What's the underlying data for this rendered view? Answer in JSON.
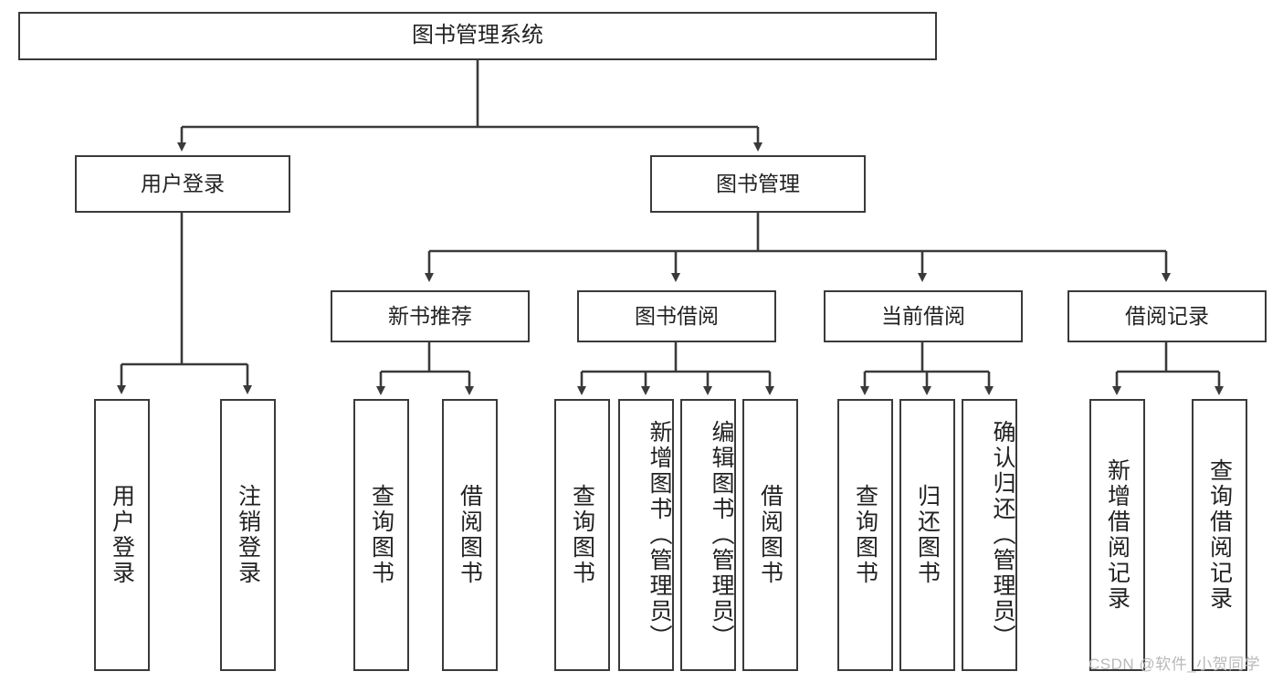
{
  "diagram": {
    "type": "tree",
    "title": "图书管理系统",
    "watermark": "CSDN @软件_小贺同学",
    "colors": {
      "box_border": "#3a3a3a",
      "box_fill": "#ffffff",
      "edge": "#3a3a3a",
      "text": "#222222",
      "watermark": "#b9b9b9"
    },
    "root": {
      "label": "图书管理系统"
    },
    "level1": [
      {
        "label": "用户登录"
      },
      {
        "label": "图书管理"
      }
    ],
    "level2": [
      {
        "label": "新书推荐"
      },
      {
        "label": "图书借阅"
      },
      {
        "label": "当前借阅"
      },
      {
        "label": "借阅记录"
      }
    ],
    "leaves": [
      {
        "label": "用户登录",
        "parent": "用户登录"
      },
      {
        "label": "注销登录",
        "parent": "用户登录"
      },
      {
        "label": "查询图书",
        "parent": "新书推荐"
      },
      {
        "label": "借阅图书",
        "parent": "新书推荐"
      },
      {
        "label": "查询图书",
        "parent": "图书借阅"
      },
      {
        "label": "新增图书（管理员）",
        "parent": "图书借阅"
      },
      {
        "label": "编辑图书（管理员）",
        "parent": "图书借阅"
      },
      {
        "label": "借阅图书",
        "parent": "图书借阅"
      },
      {
        "label": "查询图书",
        "parent": "当前借阅"
      },
      {
        "label": "归还图书",
        "parent": "当前借阅"
      },
      {
        "label": "确认归还（管理员）",
        "parent": "当前借阅"
      },
      {
        "label": "新增借阅记录",
        "parent": "借阅记录"
      },
      {
        "label": "查询借阅记录",
        "parent": "借阅记录"
      }
    ]
  }
}
